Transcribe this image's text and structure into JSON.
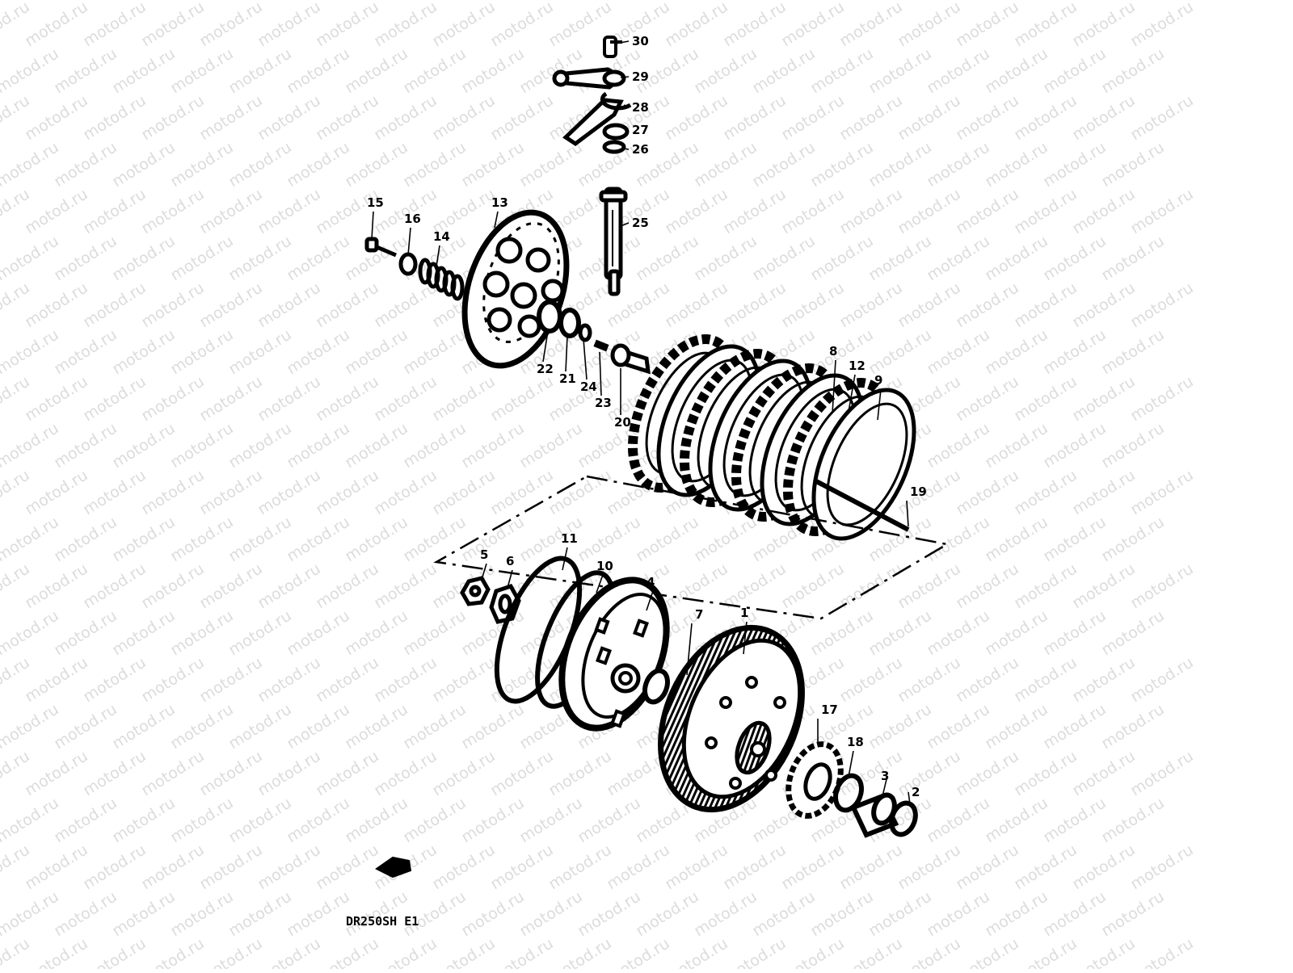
{
  "watermark": "motod.ru",
  "model_code": "DR250SH E1",
  "callouts": [
    {
      "id": "c30",
      "text": "30"
    },
    {
      "id": "c29",
      "text": "29"
    },
    {
      "id": "c28",
      "text": "28"
    },
    {
      "id": "c27",
      "text": "27"
    },
    {
      "id": "c26",
      "text": "26"
    },
    {
      "id": "c25",
      "text": "25"
    },
    {
      "id": "c15",
      "text": "15"
    },
    {
      "id": "c16",
      "text": "16"
    },
    {
      "id": "c14",
      "text": "14"
    },
    {
      "id": "c13",
      "text": "13"
    },
    {
      "id": "c22",
      "text": "22"
    },
    {
      "id": "c21",
      "text": "21"
    },
    {
      "id": "c24",
      "text": "24"
    },
    {
      "id": "c23",
      "text": "23"
    },
    {
      "id": "c20",
      "text": "20"
    },
    {
      "id": "c8",
      "text": "8"
    },
    {
      "id": "c12",
      "text": "12"
    },
    {
      "id": "c9",
      "text": "9"
    },
    {
      "id": "c19",
      "text": "19"
    },
    {
      "id": "c11",
      "text": "11"
    },
    {
      "id": "c5",
      "text": "5"
    },
    {
      "id": "c6",
      "text": "6"
    },
    {
      "id": "c10",
      "text": "10"
    },
    {
      "id": "c4",
      "text": "4"
    },
    {
      "id": "c7",
      "text": "7"
    },
    {
      "id": "c1",
      "text": "1"
    },
    {
      "id": "c17",
      "text": "17"
    },
    {
      "id": "c18",
      "text": "18"
    },
    {
      "id": "c3",
      "text": "3"
    },
    {
      "id": "c2",
      "text": "2"
    }
  ]
}
